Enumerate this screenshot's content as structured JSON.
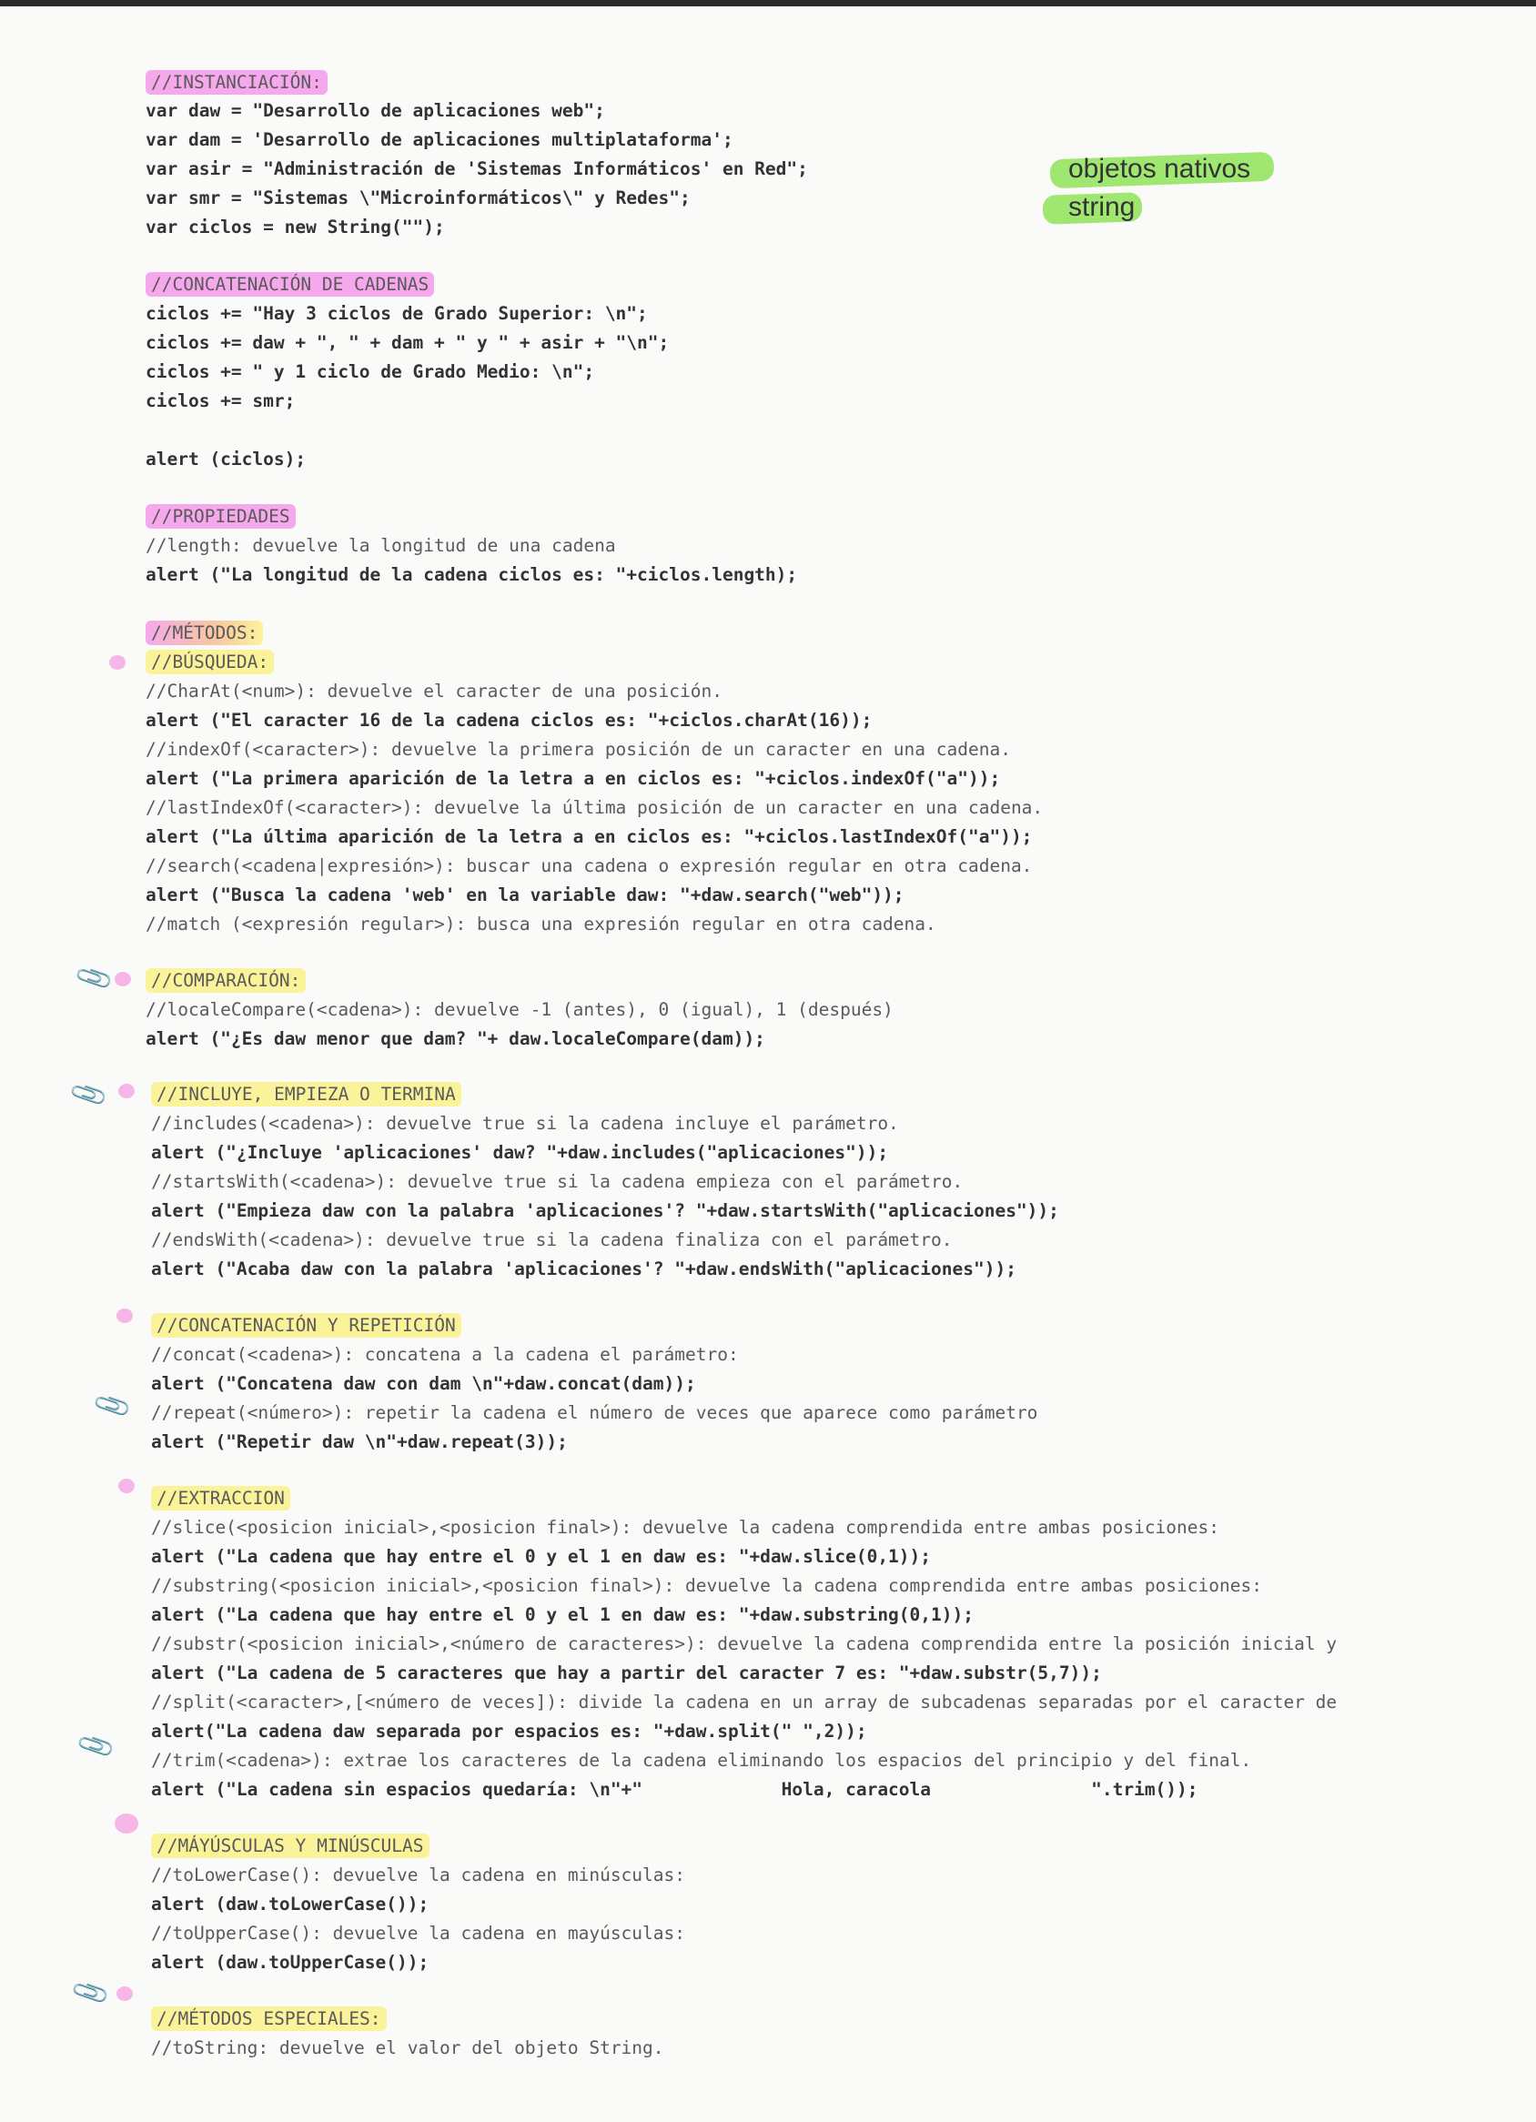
{
  "handwritten_note": {
    "line1": "objetos nativos",
    "line2": "string"
  },
  "code_lines": [
    "//INSTANCIACIÓN:",
    "var daw = \"Desarrollo de aplicaciones web\";",
    "var dam = 'Desarrollo de aplicaciones multiplataforma';",
    "var asir = \"Administración de 'Sistemas Informáticos' en Red\";",
    "var smr = \"Sistemas \\\"Microinformáticos\\\" y Redes\";",
    "var ciclos = new String(\"\");",
    "//CONCATENACIÓN DE CADENAS",
    "ciclos += \"Hay 3 ciclos de Grado Superior: \\n\";",
    "ciclos += daw + \", \" + dam + \" y \" + asir + \"\\n\";",
    "ciclos += \" y 1 ciclo de Grado Medio: \\n\";",
    "ciclos += smr;",
    "alert (ciclos);",
    "//PROPIEDADES",
    "//length: devuelve la longitud de una cadena",
    "alert (\"La longitud de la cadena ciclos es: \"+ciclos.length);",
    "//MÉTODOS:",
    "//BÚSQUEDA:",
    "//CharAt(<num>): devuelve el caracter de una posición.",
    "alert (\"El caracter 16 de la cadena ciclos es: \"+ciclos.charAt(16));",
    "//indexOf(<caracter>): devuelve la primera posición de un caracter en una cadena.",
    "alert (\"La primera aparición de la letra a en ciclos es: \"+ciclos.indexOf(\"a\"));",
    "//lastIndexOf(<caracter>): devuelve la última posición de un caracter en una cadena.",
    "alert (\"La última aparición de la letra a en ciclos es: \"+ciclos.lastIndexOf(\"a\"));",
    "//search(<cadena|expresión>): buscar una cadena o expresión regular en otra cadena.",
    "alert (\"Busca la cadena 'web' en la variable daw: \"+daw.search(\"web\"));",
    "//match (<expresión regular>): busca una expresión regular en otra cadena.",
    "//COMPARACIÓN:",
    "//localeCompare(<cadena>): devuelve -1 (antes), 0 (igual), 1 (después)",
    "alert (\"¿Es daw menor que dam? \"+ daw.localeCompare(dam));",
    "//INCLUYE, EMPIEZA O TERMINA",
    "//includes(<cadena>): devuelve true si la cadena incluye el parámetro.",
    "alert (\"¿Incluye 'aplicaciones' daw? \"+daw.includes(\"aplicaciones\"));",
    "//startsWith(<cadena>): devuelve true si la cadena empieza con el parámetro.",
    "alert (\"Empieza daw con la palabra 'aplicaciones'? \"+daw.startsWith(\"aplicaciones\"));",
    "//endsWith(<cadena>): devuelve true si la cadena finaliza con el parámetro.",
    "alert (\"Acaba daw con la palabra 'aplicaciones'? \"+daw.endsWith(\"aplicaciones\"));",
    "//CONCATENACIÓN Y REPETICIÓN",
    "//concat(<cadena>): concatena a la cadena el parámetro:",
    "alert (\"Concatena daw con dam \\n\"+daw.concat(dam));",
    "//repeat(<número>): repetir la cadena el número de veces que aparece como parámetro",
    "alert (\"Repetir daw \\n\"+daw.repeat(3));",
    "//EXTRACCION",
    "//slice(<posicion inicial>,<posicion final>): devuelve la cadena comprendida entre ambas posiciones:",
    "alert (\"La cadena que hay entre el 0 y el 1 en daw es: \"+daw.slice(0,1));",
    "//substring(<posicion inicial>,<posicion final>): devuelve la cadena comprendida entre ambas posiciones:",
    "alert (\"La cadena que hay entre el 0 y el 1 en daw es: \"+daw.substring(0,1));",
    "//substr(<posicion inicial>,<número de caracteres>): devuelve la cadena comprendida entre la posición inicial y",
    "alert (\"La cadena de 5 caracteres que hay a partir del caracter 7 es: \"+daw.substr(5,7));",
    "//split(<caracter>,[<número de veces]): divide la cadena en un array de subcadenas separadas por el caracter de",
    "alert(\"La cadena daw separada por espacios es: \"+daw.split(\" \",2));",
    "//trim(<cadena>): extrae los caracteres de la cadena eliminando los espacios del principio y del final.",
    "alert (\"La cadena sin espacios quedaría: \\n\"+\"             Hola, caracola               \".trim());",
    "//MÁYÚSCULAS Y MINÚSCULAS",
    "//toLowerCase(): devuelve la cadena en minúsculas:",
    "alert (daw.toLowerCase());",
    "//toUpperCase(): devuelve la cadena en mayúsculas:",
    "alert (daw.toUpperCase());",
    "//MÉTODOS ESPECIALES:",
    "//toString: devuelve el valor del objeto String."
  ]
}
